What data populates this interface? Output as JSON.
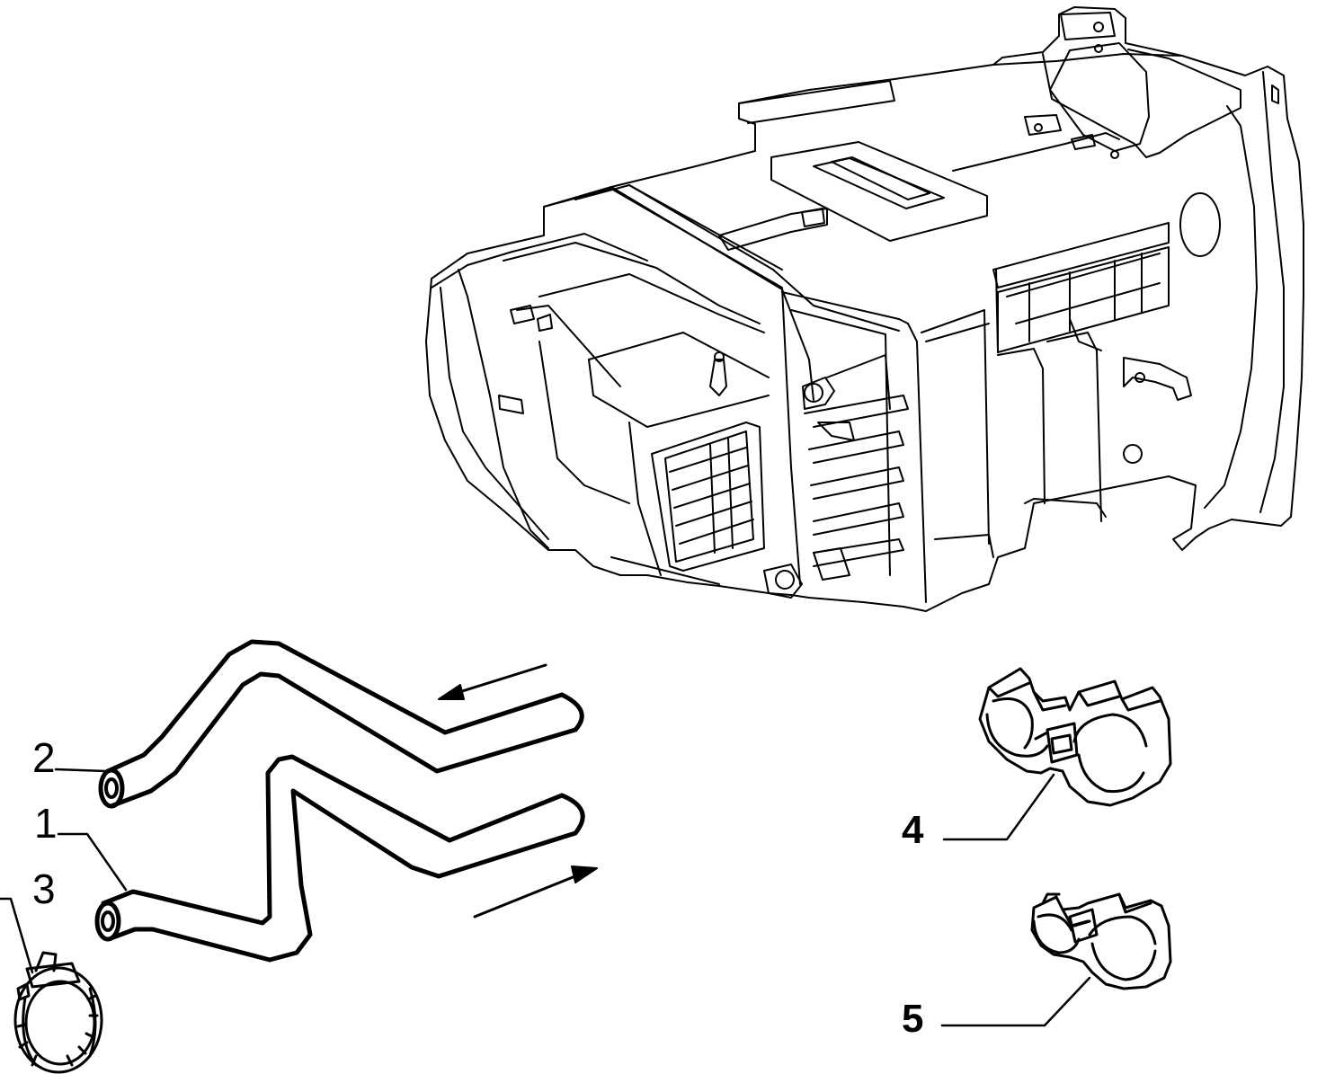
{
  "diagram": {
    "callouts": [
      {
        "id": "1",
        "text": "1"
      },
      {
        "id": "2",
        "text": "2"
      },
      {
        "id": "3",
        "text": "3"
      },
      {
        "id": "4",
        "text": "4"
      },
      {
        "id": "5",
        "text": "5"
      }
    ]
  },
  "colors": {
    "line": "#000000",
    "background": "#ffffff"
  }
}
